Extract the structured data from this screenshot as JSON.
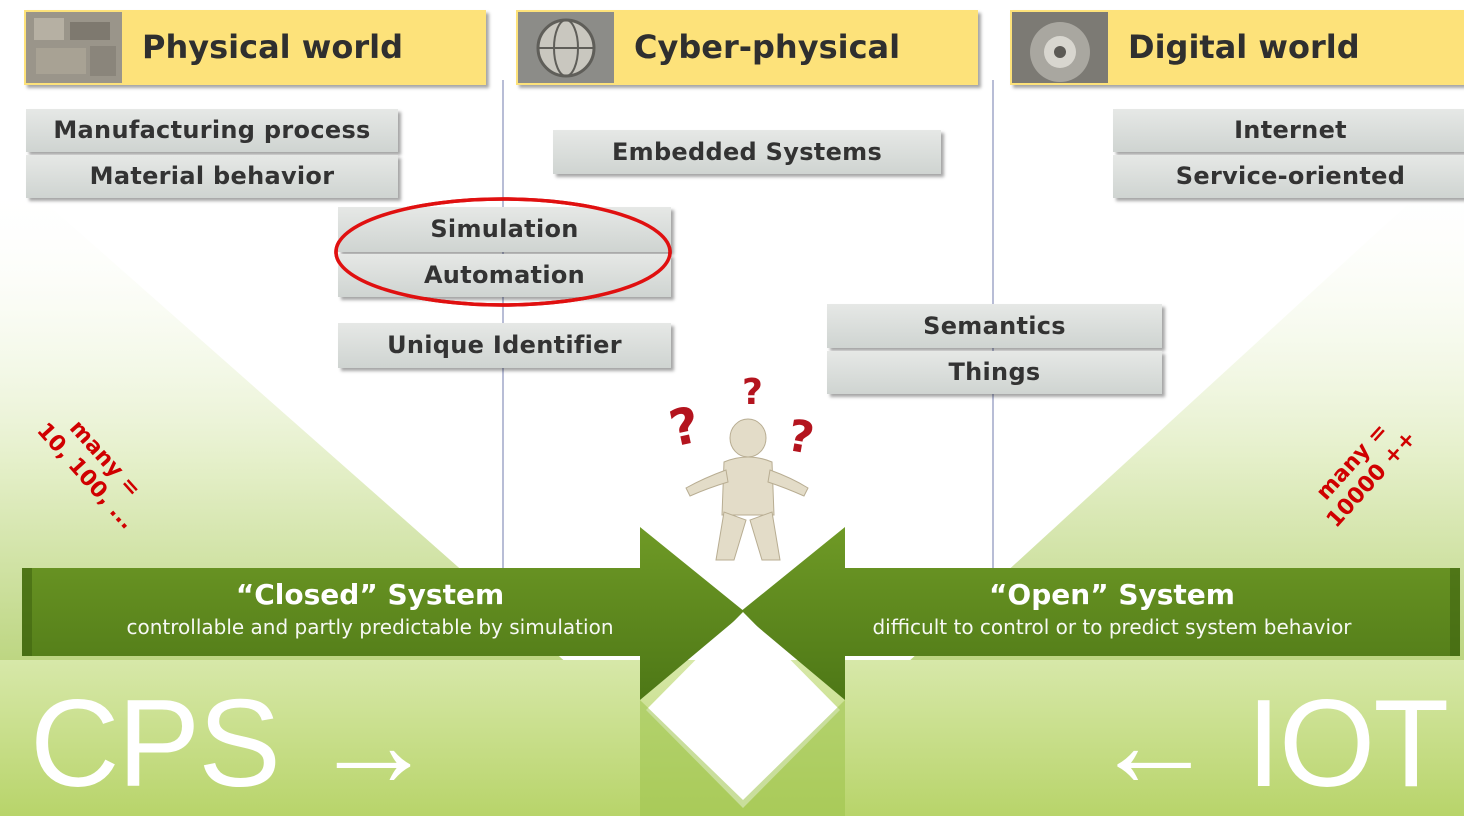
{
  "columns": [
    {
      "title": "Physical world",
      "thumb": "stone-texture-image"
    },
    {
      "title": "Cyber-physical",
      "thumb": "globe-image"
    },
    {
      "title": "Digital world",
      "thumb": "metal-texture-image"
    }
  ],
  "boxes": {
    "manufacturing": "Manufacturing process",
    "material": "Material behavior",
    "embedded": "Embedded Systems",
    "internet": "Internet",
    "service": "Service-oriented",
    "simulation": "Simulation",
    "automation": "Automation",
    "unique": "Unique Identifier",
    "semantics": "Semantics",
    "things": "Things"
  },
  "many_left": {
    "line1": "many =",
    "line2": "10, 100, ..."
  },
  "many_right": {
    "line1": "many =",
    "line2": "10000 ++"
  },
  "closed": {
    "title": "“Closed” System",
    "subtitle": "controllable and partly predictable by simulation"
  },
  "open": {
    "title": "“Open” System",
    "subtitle": "difficult to control or to predict system behavior"
  },
  "cps_label": "CPS →",
  "iot_label": "← IOT",
  "question_marks": [
    "?",
    "?",
    "?"
  ],
  "colors": {
    "header": "#fde27a",
    "band": "#5e8a1e",
    "arrow": "#8dbb2a",
    "highlight": "#e01010",
    "many": "#d00000"
  }
}
